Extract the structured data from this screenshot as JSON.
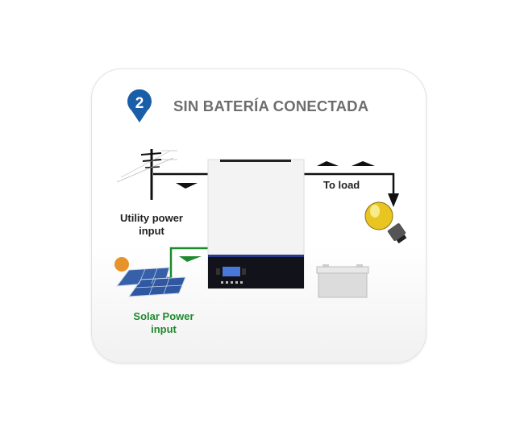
{
  "title": "SIN BATERÍA CONECTADA",
  "step_badge": "2",
  "labels": {
    "utility": [
      "Utility power",
      "input"
    ],
    "solar": [
      "Solar Power",
      "input"
    ],
    "load": "To load"
  },
  "colors": {
    "badge": "#1a5ea8",
    "title": "#6d6d6d",
    "solar_line": "#1e8a2e",
    "line": "#111111"
  }
}
